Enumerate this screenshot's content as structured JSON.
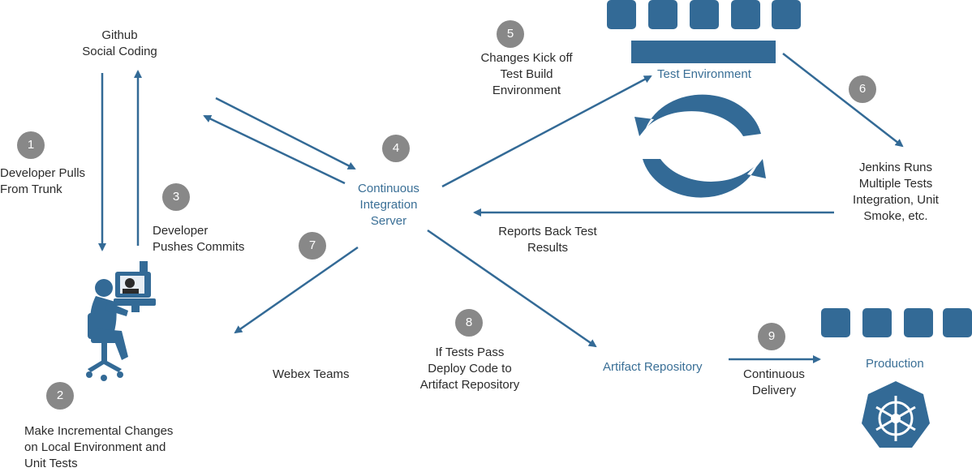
{
  "nodes": {
    "github": "Github\nSocial Coding",
    "ci_server": "Continuous\nIntegration\nServer",
    "test_env": "Test Environment",
    "artifact_repo": "Artifact Repository",
    "production": "Production",
    "webex": "Webex Teams"
  },
  "steps": [
    {
      "number": "1",
      "text": "Developer Pulls\nFrom Trunk"
    },
    {
      "number": "2",
      "text": "Make Incremental Changes\non Local Environment and\nUnit Tests"
    },
    {
      "number": "3",
      "text": "Developer\nPushes Commits"
    },
    {
      "number": "4",
      "text": ""
    },
    {
      "number": "5",
      "text": "Changes Kick off\nTest Build\nEnvironment"
    },
    {
      "number": "6",
      "text": "Jenkins Runs\nMultiple Tests\nIntegration, Unit\nSmoke, etc."
    },
    {
      "number": "7",
      "text": ""
    },
    {
      "number": "8",
      "text": "If Tests Pass\nDeploy Code to\nArtifact Repository"
    },
    {
      "number": "9",
      "text": "Continuous\nDelivery"
    }
  ],
  "labels": {
    "reports_back": "Reports Back Test\nResults"
  },
  "colors": {
    "accent": "#336a96",
    "badge": "#888888",
    "text": "#2b2b2b",
    "node_text": "#3a6f96"
  },
  "icons": {
    "developer": "developer-at-computer-icon",
    "kubernetes": "kubernetes-helm-icon"
  }
}
